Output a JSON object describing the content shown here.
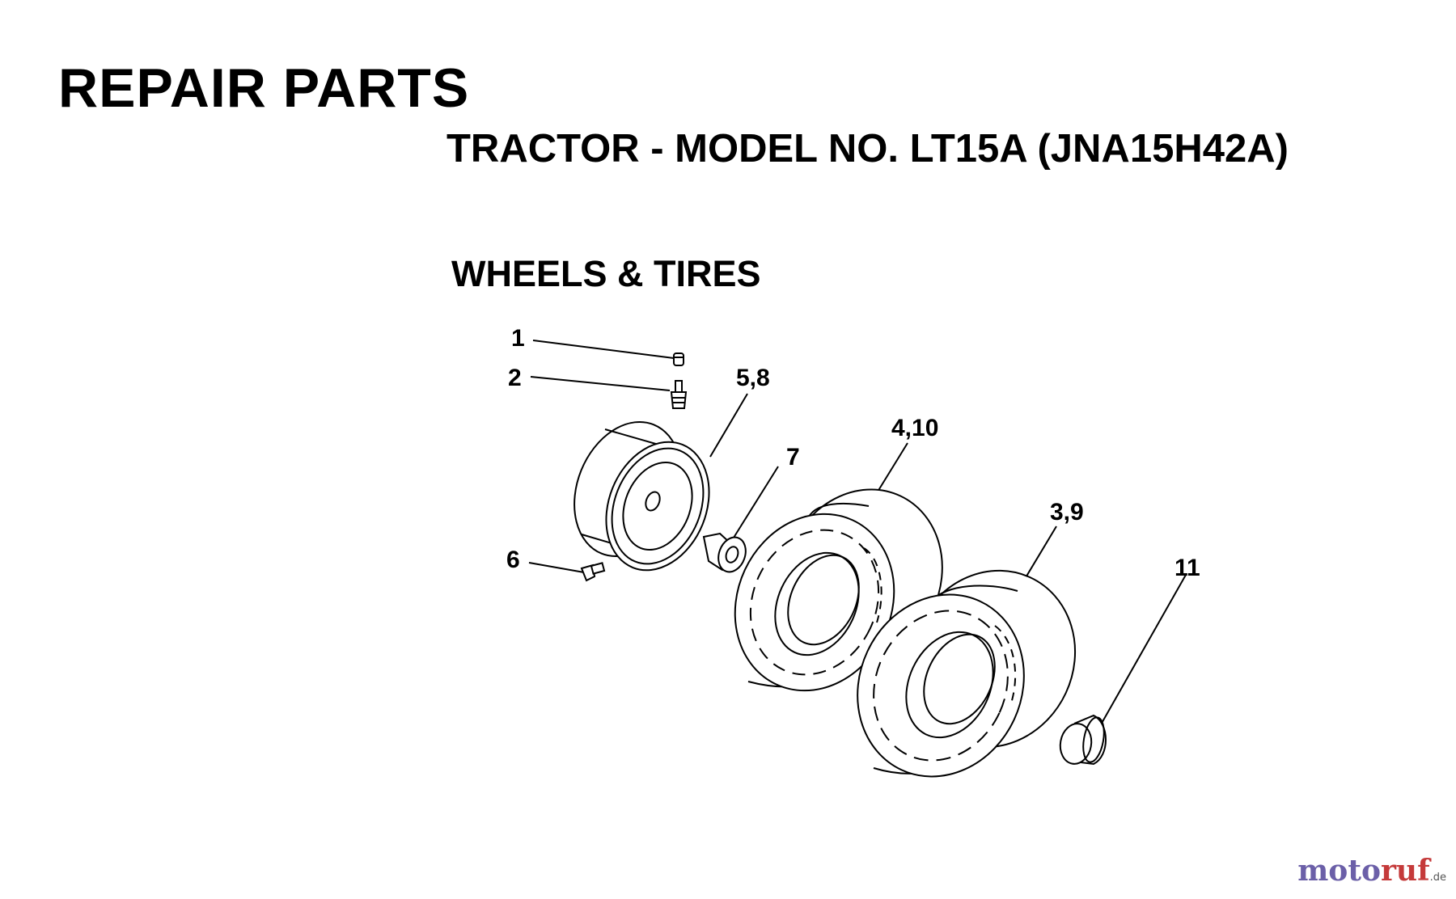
{
  "header": {
    "title": "REPAIR PARTS",
    "subtitle": "TRACTOR - MODEL NO. LT15A (JNA15H42A)",
    "section": "WHEELS & TIRES"
  },
  "callouts": [
    "1",
    "2",
    "5,8",
    "4,10",
    "7",
    "3,9",
    "6",
    "11"
  ],
  "parts": [
    {
      "name": "valve-cap",
      "callout": "1"
    },
    {
      "name": "valve-stem",
      "callout": "2"
    },
    {
      "name": "rim",
      "callout": "5,8"
    },
    {
      "name": "front-tire",
      "callout": "4,10"
    },
    {
      "name": "bushing",
      "callout": "7"
    },
    {
      "name": "rear-tire",
      "callout": "3,9"
    },
    {
      "name": "grease-fitting",
      "callout": "6"
    },
    {
      "name": "hub-cap",
      "callout": "11"
    }
  ],
  "watermark": {
    "text_a": "moto",
    "text_b": "ruf",
    "text_c": ".de"
  },
  "colors": {
    "ink": "#000000",
    "paper": "#ffffff"
  }
}
